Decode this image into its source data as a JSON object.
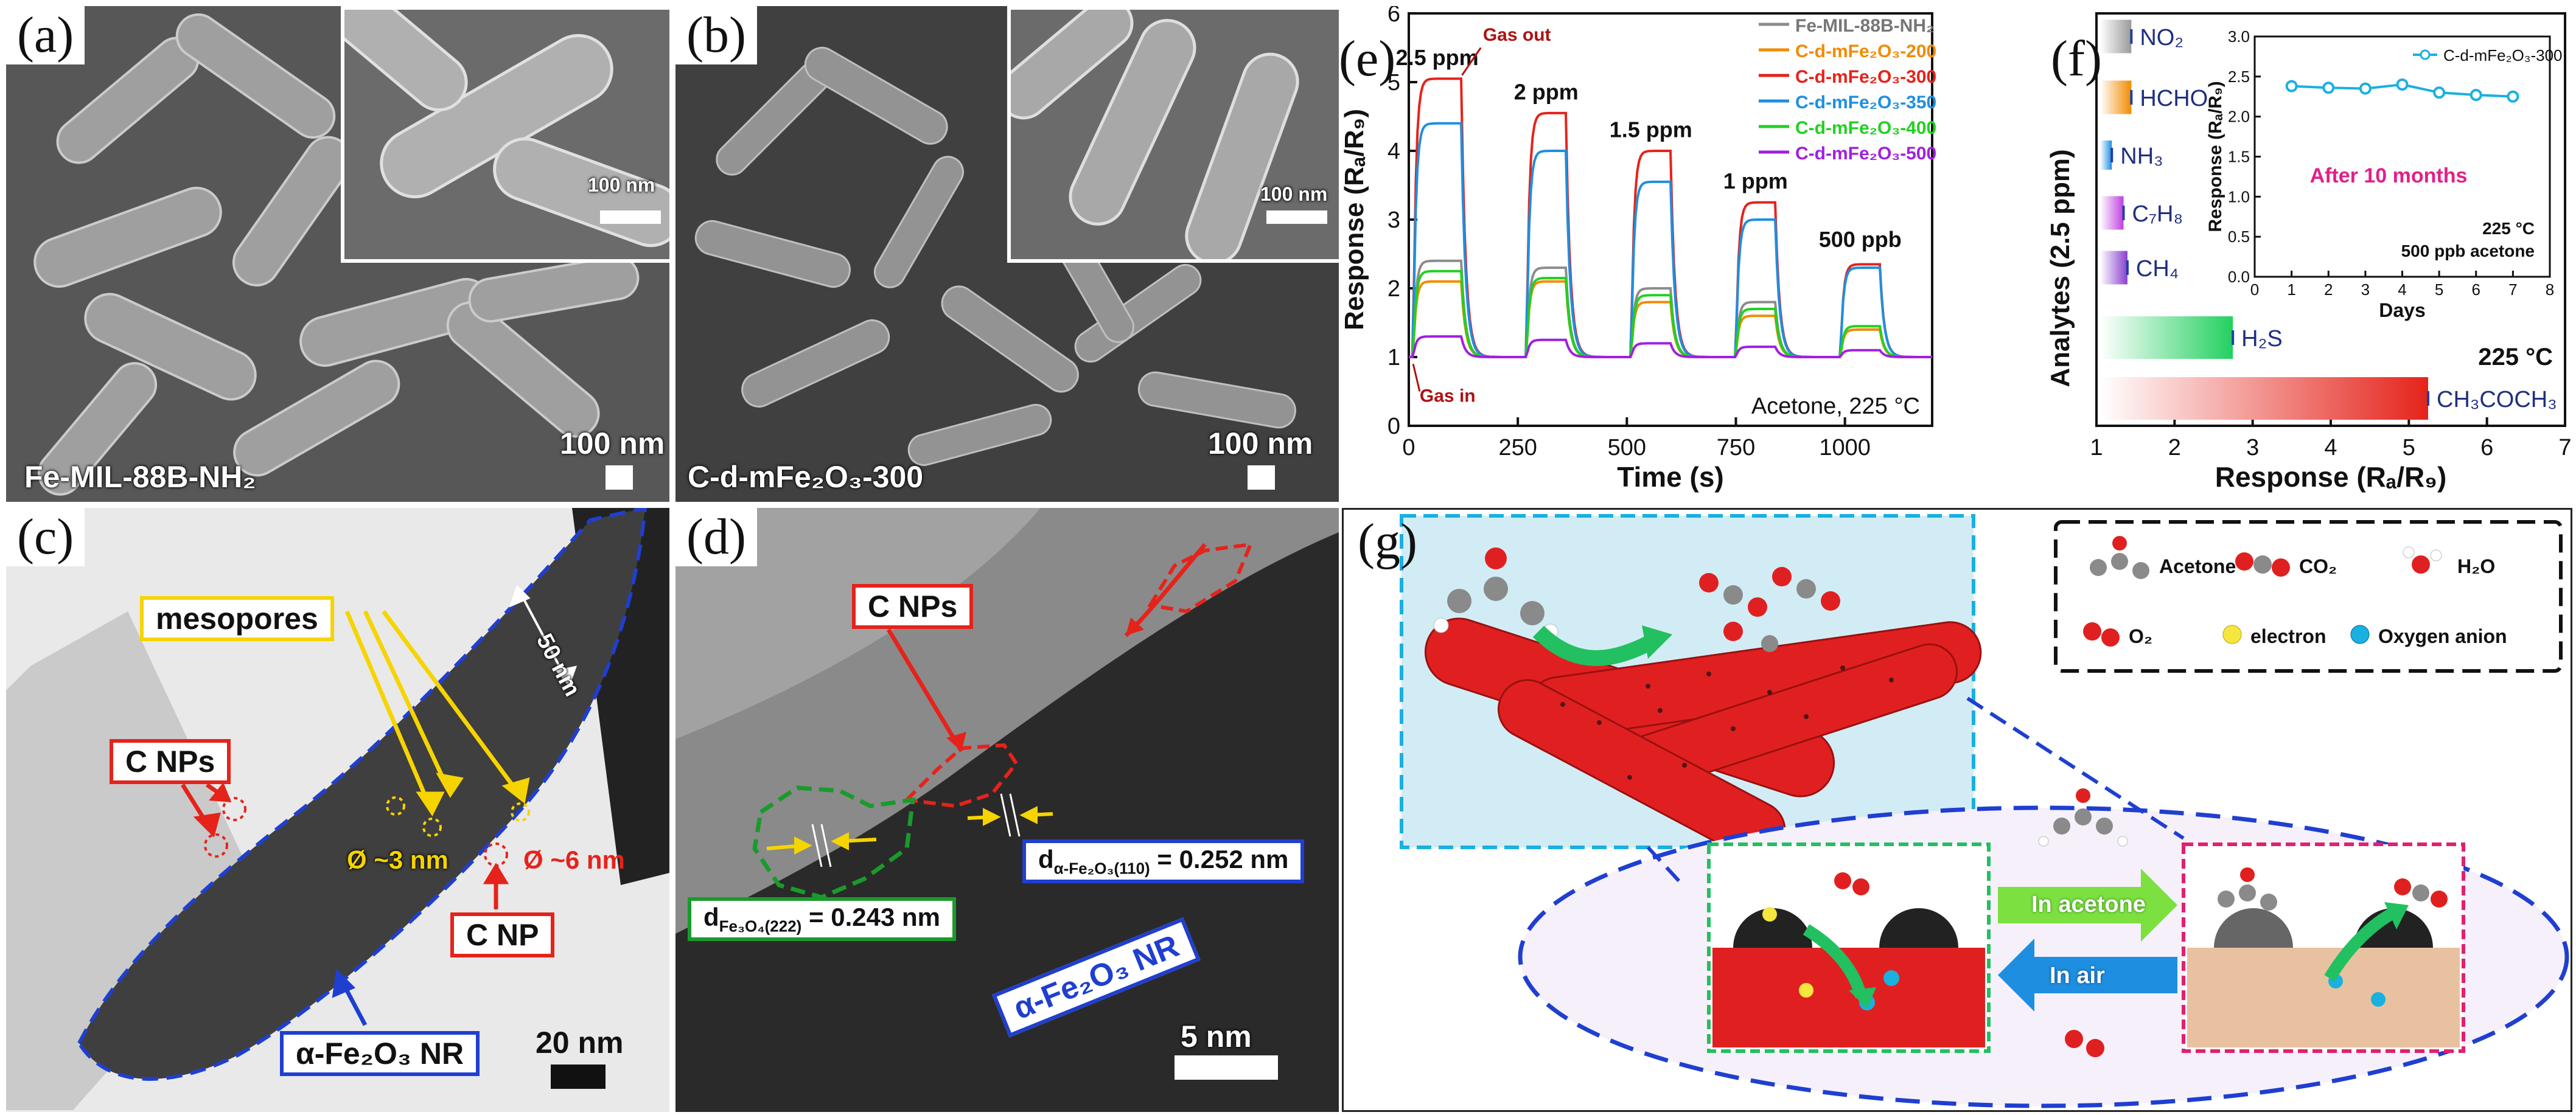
{
  "panels": {
    "a": {
      "label": "(a)",
      "sample": "Fe-MIL-88B-NH₂",
      "scale_main": "100 nm",
      "scale_inset": "100 nm"
    },
    "b": {
      "label": "(b)",
      "sample": "C-d-mFe₂O₃-300",
      "scale_main": "100 nm",
      "scale_inset": "100 nm"
    },
    "c": {
      "label": "(c)",
      "mesopores": "mesopores",
      "c_nps": "C NPs",
      "c_np": "C NP",
      "width_50": "50 nm",
      "pore_3": "Ø ~3 nm",
      "pore_6": "Ø ~6 nm",
      "nr": "α-Fe₂O₃ NR",
      "scale": "20 nm",
      "colors": {
        "yellow": "#f5d400",
        "red": "#e5231b",
        "blue": "#1f3fd1"
      }
    },
    "d": {
      "label": "(d)",
      "c_nps": "C NPs",
      "d_fe3o4": "d",
      "d_fe3o4_sub": "Fe₃O₄(222)",
      "d_fe3o4_val": " = 0.243 nm",
      "d_fe2o3": "d",
      "d_fe2o3_sub": "α-Fe₂O₃(110)",
      "d_fe2o3_val": " = 0.252 nm",
      "nr": "α-Fe₂O₃ NR",
      "scale": "5 nm",
      "colors": {
        "green": "#1a9a2c"
      }
    },
    "e": {
      "label": "(e)",
      "annotations": {
        "gas_out": "Gas out",
        "gas_in": "Gas in",
        "conditions": "Acetone, 225 °C",
        "conc": [
          "2.5 ppm",
          "2 ppm",
          "1.5 ppm",
          "1 ppm",
          "500 ppb"
        ]
      }
    },
    "f": {
      "label": "(f)",
      "temp": "225 °C",
      "inset_temp": "225 °C",
      "inset_cond": "500 ppb acetone",
      "inset_note": "After 10 months"
    },
    "g": {
      "label": "(g)",
      "legend": {
        "acetone": "Acetone",
        "co2": "CO₂",
        "h2o": "H₂O",
        "o2": "O₂",
        "electron": "electron",
        "oxygen_anion": "Oxygen anion"
      },
      "in_acetone": "In acetone",
      "in_air": "In air"
    }
  },
  "chart_data": [
    {
      "type": "line",
      "panel": "e",
      "title": "",
      "xlabel": "Time (s)",
      "ylabel": "Response (Rₐ/R₉)",
      "xlim": [
        0,
        1200
      ],
      "ylim": [
        0,
        6
      ],
      "xticks": [
        0,
        250,
        500,
        750,
        1000
      ],
      "yticks": [
        0,
        1,
        2,
        3,
        4,
        5,
        6
      ],
      "legend_position": "top-right",
      "grid": false,
      "pulses": [
        {
          "start": 10,
          "end": 120,
          "conc": "2.5 ppm"
        },
        {
          "start": 270,
          "end": 360,
          "conc": "2 ppm"
        },
        {
          "start": 510,
          "end": 600,
          "conc": "1.5 ppm"
        },
        {
          "start": 750,
          "end": 840,
          "conc": "1 ppm"
        },
        {
          "start": 990,
          "end": 1080,
          "conc": "500 ppb"
        }
      ],
      "series": [
        {
          "name": "Fe-MIL-88B-NH₂",
          "color": "#8c8c8c",
          "peaks": [
            2.4,
            2.3,
            2.0,
            1.8,
            1.4
          ]
        },
        {
          "name": "C-d-mFe₂O₃-200",
          "color": "#f28b00",
          "peaks": [
            2.1,
            2.1,
            1.8,
            1.6,
            1.4
          ]
        },
        {
          "name": "C-d-mFe₂O₃-300",
          "color": "#e5231b",
          "peaks": [
            5.05,
            4.55,
            4.0,
            3.25,
            2.35
          ]
        },
        {
          "name": "C-d-mFe₂O₃-350",
          "color": "#1e8fe0",
          "peaks": [
            4.4,
            4.0,
            3.55,
            3.0,
            2.3
          ]
        },
        {
          "name": "C-d-mFe₂O₃-400",
          "color": "#22d022",
          "peaks": [
            2.25,
            2.15,
            1.9,
            1.7,
            1.45
          ]
        },
        {
          "name": "C-d-mFe₂O₃-500",
          "color": "#a020e0",
          "peaks": [
            1.3,
            1.25,
            1.2,
            1.15,
            1.1
          ]
        }
      ]
    },
    {
      "type": "bar",
      "panel": "f",
      "orientation": "horizontal",
      "xlabel": "Response (Rₐ/R₉)",
      "ylabel": "Analytes (2.5 ppm)",
      "xlim": [
        1,
        7
      ],
      "xticks": [
        1,
        2,
        3,
        4,
        5,
        6,
        7
      ],
      "categories": [
        "NO₂",
        "HCHO",
        "NH₃",
        "C₇H₈",
        "CH₄",
        "H₂S",
        "CH₃COCH₃"
      ],
      "values": [
        1.4,
        1.4,
        1.15,
        1.3,
        1.35,
        2.7,
        5.2
      ],
      "colors": [
        "#9a9a9a",
        "#f28b00",
        "#1e8fe0",
        "#c040e0",
        "#8a40d0",
        "#22d060",
        "#e5231b"
      ]
    },
    {
      "type": "line",
      "panel": "f-inset",
      "xlabel": "Days",
      "ylabel": "Response (Rₐ/R₉)",
      "xlim": [
        0,
        8
      ],
      "ylim": [
        0,
        3
      ],
      "xticks": [
        0,
        1,
        2,
        3,
        4,
        5,
        6,
        7,
        8
      ],
      "yticks": [
        0.0,
        0.5,
        1.0,
        1.5,
        2.0,
        2.5,
        3.0
      ],
      "series": [
        {
          "name": "C-d-mFe₂O₃-300",
          "color": "#1ab0e0",
          "x": [
            1,
            2,
            3,
            4,
            5,
            6,
            7
          ],
          "values": [
            2.38,
            2.36,
            2.35,
            2.4,
            2.3,
            2.27,
            2.25
          ]
        }
      ]
    }
  ]
}
